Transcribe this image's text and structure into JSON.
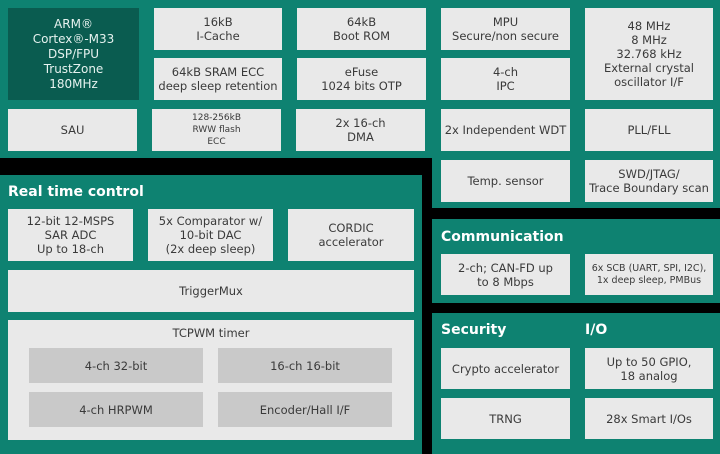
{
  "core": {
    "cpu": "ARM®\nCortex®-M33\nDSP/FPU\nTrustZone\n180MHz",
    "icache": "16kB\nI-Cache",
    "bootrom": "64kB\nBoot ROM",
    "mpu": "MPU\nSecure/non secure",
    "clocks": "48 MHz\n8 MHz\n32.768 kHz\nExternal crystal\noscillator I/F",
    "sram": "64kB SRAM ECC\ndeep sleep retention",
    "efuse": "eFuse\n1024 bits OTP",
    "ipc": "4-ch\nIPC",
    "sau": "SAU",
    "flash": "128-256kB\nRWW flash\nECC",
    "dma": "2x 16-ch\nDMA",
    "wdt": "2x Independent WDT",
    "pll": "PLL/FLL",
    "temp": "Temp. sensor",
    "debug": "SWD/JTAG/\nTrace Boundary scan"
  },
  "realtime": {
    "title": "Real time control",
    "adc": "12-bit 12-MSPS\nSAR ADC\nUp to 18-ch",
    "comparator": "5x Comparator w/\n10-bit DAC\n(2x deep sleep)",
    "cordic": "CORDIC\naccelerator",
    "triggermux": "TriggerMux",
    "tcpwm": {
      "title": "TCPWM timer",
      "items": [
        "4-ch 32-bit",
        "16-ch 16-bit",
        "4-ch HRPWM",
        "Encoder/Hall I/F"
      ]
    }
  },
  "communication": {
    "title": "Communication",
    "can": "2-ch; CAN-FD up\nto 8 Mbps",
    "scb": "6x SCB (UART, SPI, I2C),\n1x deep sleep, PMBus"
  },
  "security": {
    "title": "Security",
    "crypto": "Crypto accelerator",
    "trng": "TRNG"
  },
  "io": {
    "title": "I/O",
    "gpio": "Up to 50 GPIO,\n18 analog",
    "smartio": "28x Smart I/Os"
  }
}
